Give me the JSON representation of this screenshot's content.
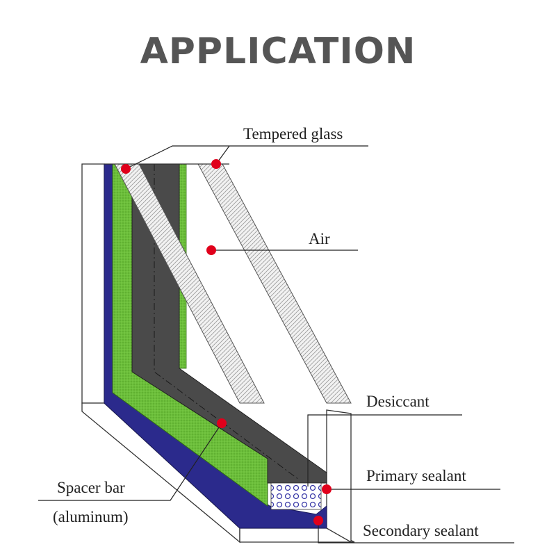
{
  "title": "APPLICATION",
  "labels": {
    "tempered_glass": "Tempered glass",
    "air": "Air",
    "desiccant": "Desiccant",
    "primary_sealant": "Primary sealant",
    "spacer_bar_line1": "Spacer bar",
    "spacer_bar_line2": "(aluminum)",
    "secondary_sealant": "Secondary sealant"
  },
  "colors": {
    "title": "#555555",
    "marker": "#e0001b",
    "secondary_sealant": "#2b2a8c",
    "primary_sealant": "#6cbf3a",
    "spacer": "#4a4a4a",
    "glass_hatch": "#9a9a9a",
    "desiccant_beads": "#3a3aa8"
  }
}
